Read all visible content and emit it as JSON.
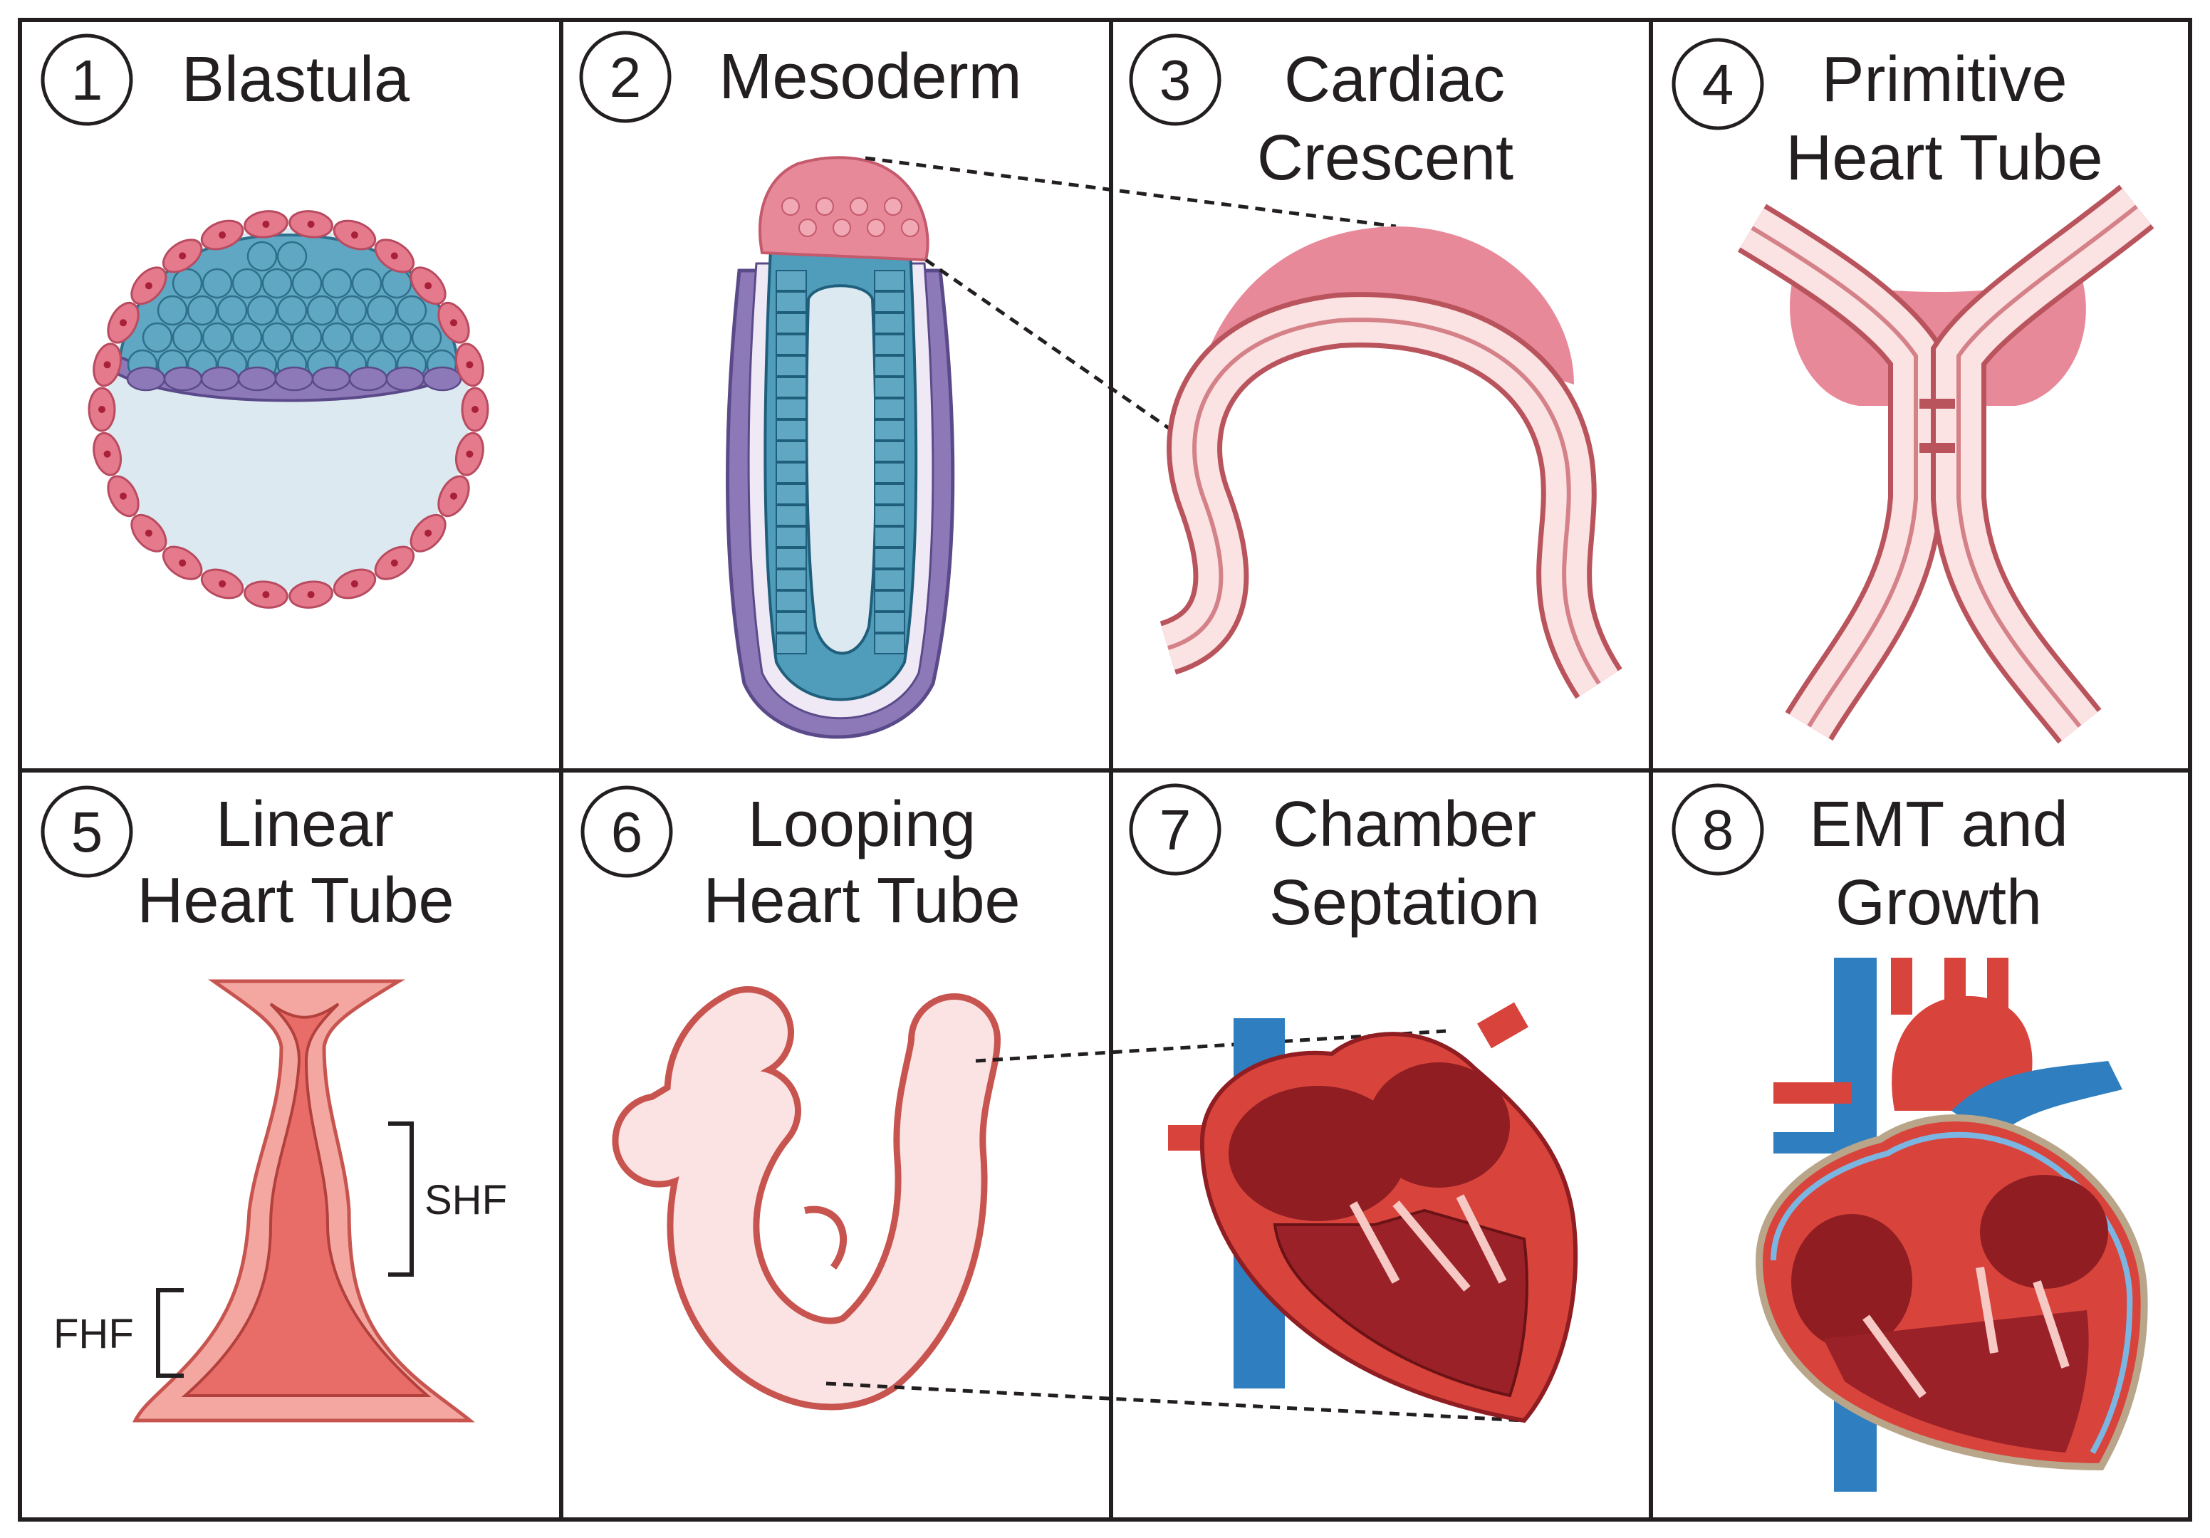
{
  "panels": [
    {
      "number": "1",
      "title_lines": [
        "Blastula"
      ]
    },
    {
      "number": "2",
      "title_lines": [
        "Mesoderm"
      ]
    },
    {
      "number": "3",
      "title_lines": [
        "Cardiac",
        "Crescent"
      ]
    },
    {
      "number": "4",
      "title_lines": [
        "Primitive",
        "Heart Tube"
      ]
    },
    {
      "number": "5",
      "title_lines": [
        "Linear",
        "Heart Tube"
      ]
    },
    {
      "number": "6",
      "title_lines": [
        "Looping",
        "Heart Tube"
      ]
    },
    {
      "number": "7",
      "title_lines": [
        "Chamber",
        "Septation"
      ]
    },
    {
      "number": "8",
      "title_lines": [
        "EMT and",
        "Growth"
      ]
    }
  ],
  "annotations": {
    "shf": "SHF",
    "fhf": "FHF"
  },
  "colors": {
    "grid_border": "#231f20",
    "ectoderm_pink": "#e57a8c",
    "cell_blue": "#5fa7c2",
    "cell_purple": "#8e79b8",
    "cavity": "#dde9f0",
    "tube_light": "#fbe2e3",
    "tube_edge": "#b9545d",
    "crescent_fill": "#e8899a",
    "heart_red": "#d8443c",
    "heart_dark": "#8f1d22",
    "vessel_blue": "#2f7fc0"
  }
}
